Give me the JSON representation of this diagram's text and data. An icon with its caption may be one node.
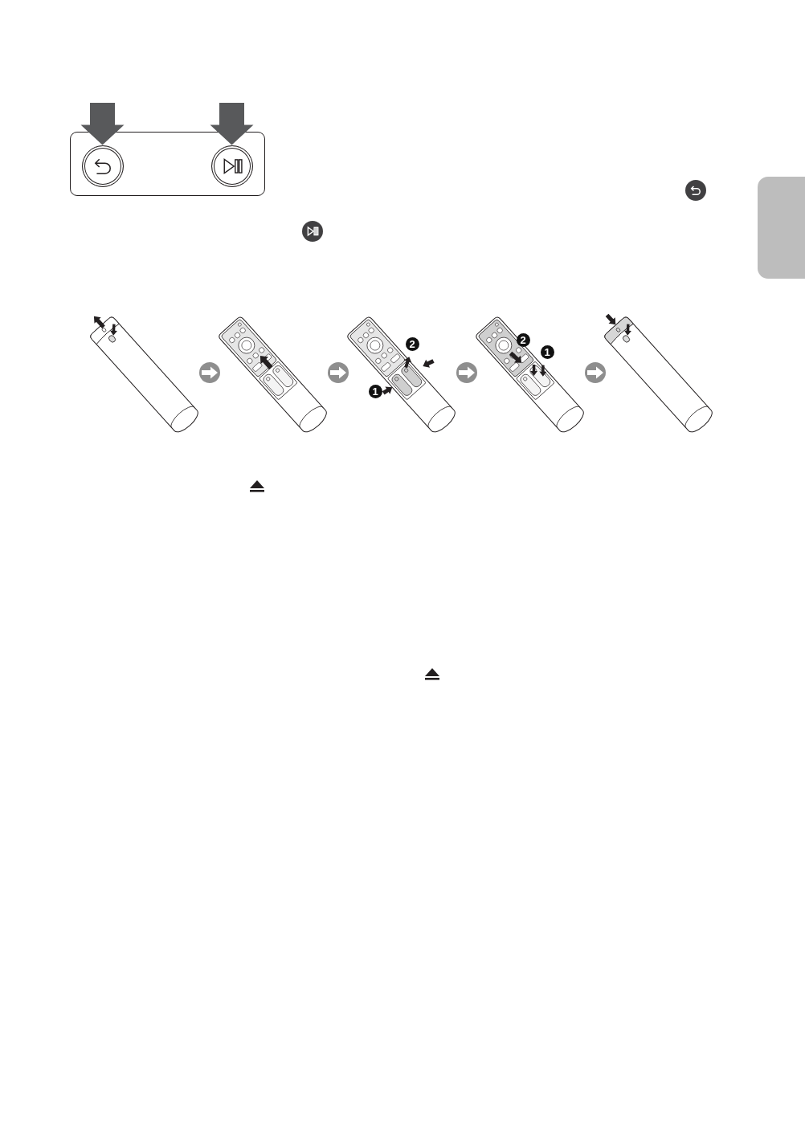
{
  "diagram": {
    "nodes": [
      {
        "text": [],
        "shape": "box"
      },
      {
        "text": [],
        "shape": "circle",
        "in": 0
      },
      {
        "text": [],
        "shape": "circle",
        "in": 0
      },
      {
        "text": [],
        "shape": "tab"
      },
      {
        "text": [],
        "shape": "picture"
      },
      {
        "text": [],
        "shape": "picture"
      },
      {
        "text": [],
        "shape": "picture"
      },
      {
        "text": [],
        "shape": "picture"
      },
      {
        "text": [],
        "shape": "picture"
      }
    ],
    "edges": [
      {
        "from": null,
        "to": 1,
        "arrow": "to",
        "style": "thick",
        "color": "#58595b"
      },
      {
        "from": null,
        "to": 2,
        "arrow": "to",
        "style": "thick",
        "color": "#58595b"
      },
      {
        "from": 4,
        "to": 5,
        "arrow": "to"
      },
      {
        "from": 5,
        "to": 6,
        "arrow": "to"
      },
      {
        "from": 6,
        "to": 7,
        "arrow": "to"
      },
      {
        "from": 7,
        "to": 8,
        "arrow": "to"
      }
    ],
    "labels": [
      "2",
      "1",
      "2",
      "1"
    ]
  }
}
